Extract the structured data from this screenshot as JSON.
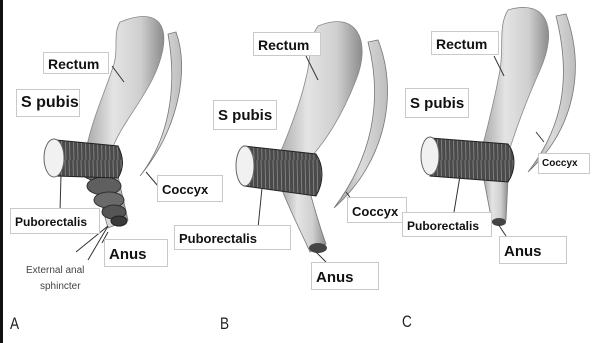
{
  "labels": {
    "a": {
      "rectum": "Rectum",
      "s_pubis": "S pubis",
      "coccyx": "Coccyx",
      "puborectalis": "Puborectalis",
      "anus": "Anus",
      "external_anal_sphincter_line1": "External anal",
      "external_anal_sphincter_line2": "sphincter"
    },
    "b": {
      "rectum": "Rectum",
      "s_pubis": "S pubis",
      "coccyx": "Coccyx",
      "puborectalis": "Puborectalis",
      "anus": "Anus"
    },
    "c": {
      "rectum": "Rectum",
      "s_pubis": "S pubis",
      "coccyx": "Coccyx",
      "puborectalis": "Puborectalis",
      "anus": "Anus"
    }
  },
  "panel_letters": [
    "A",
    "B",
    "C"
  ]
}
